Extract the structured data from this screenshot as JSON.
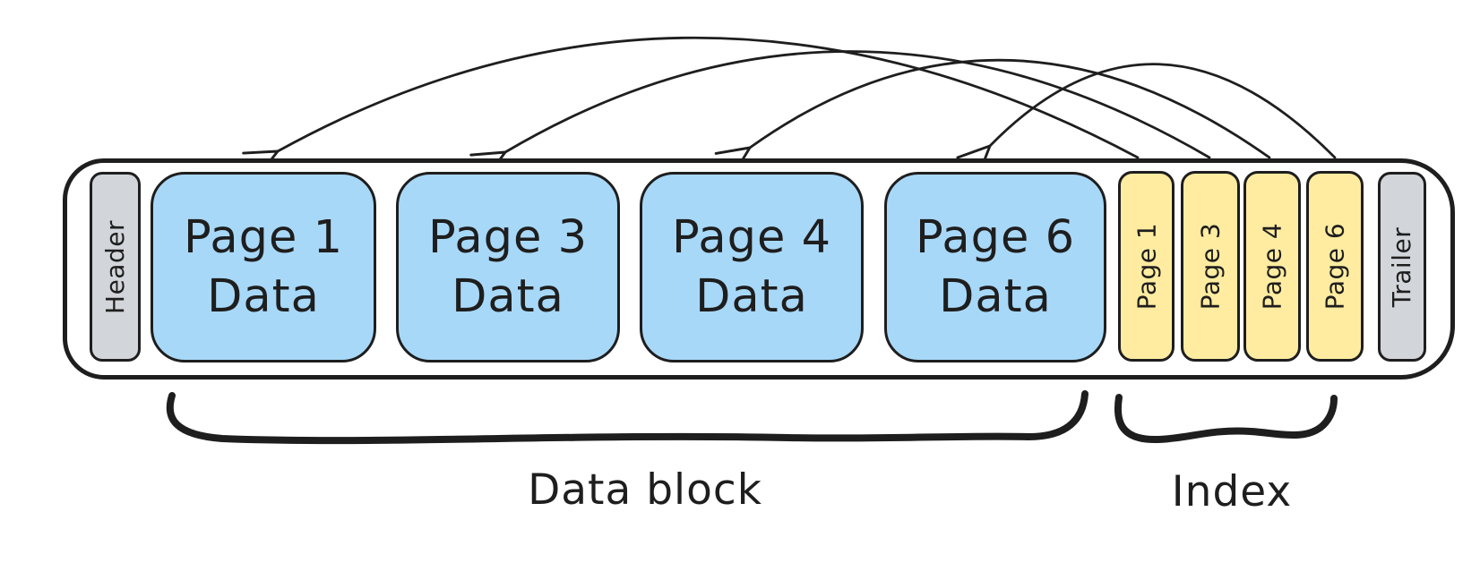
{
  "diagram": {
    "header_label": "Header",
    "trailer_label": "Trailer",
    "data_pages": [
      {
        "title": "Page 1",
        "subtitle": "Data"
      },
      {
        "title": "Page 3",
        "subtitle": "Data"
      },
      {
        "title": "Page 4",
        "subtitle": "Data"
      },
      {
        "title": "Page 6",
        "subtitle": "Data"
      }
    ],
    "index_entries": [
      {
        "label": "Page 1"
      },
      {
        "label": "Page 3"
      },
      {
        "label": "Page 4"
      },
      {
        "label": "Page 6"
      }
    ],
    "annotations": {
      "data_block_label": "Data block",
      "index_label": "Index"
    },
    "arrows": [
      {
        "from": "index-entry-page-1",
        "to": "data-page-1"
      },
      {
        "from": "index-entry-page-3",
        "to": "data-page-3"
      },
      {
        "from": "index-entry-page-4",
        "to": "data-page-4"
      },
      {
        "from": "index-entry-page-6",
        "to": "data-page-6"
      }
    ],
    "colors": {
      "data_page_fill": "#a8d8f8",
      "index_fill": "#ffeca0",
      "meta_fill": "#d2d6da",
      "stroke_color": "#1e1e1e"
    }
  }
}
